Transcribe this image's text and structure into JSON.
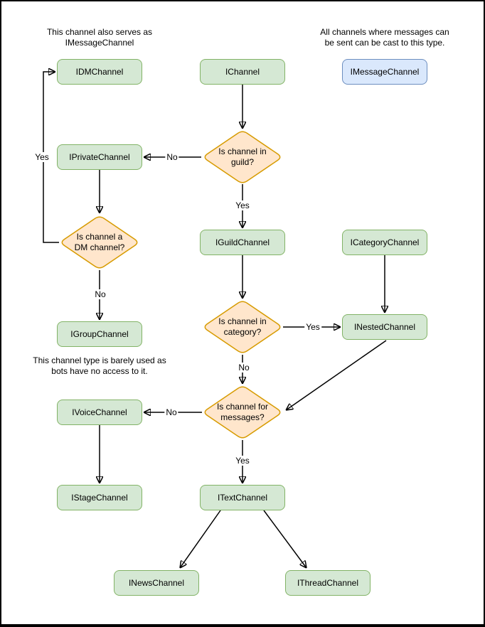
{
  "colors": {
    "background": "#ffffff",
    "frame": "#000000",
    "node_green_fill": "#d5e8d4",
    "node_green_stroke": "#82b366",
    "node_blue_fill": "#dae8fc",
    "node_blue_stroke": "#6c8ebf",
    "decision_fill": "#ffe6cc",
    "decision_stroke": "#d79b00",
    "edge_color": "#000000",
    "text_color": "#000000"
  },
  "notes": {
    "dm_serves": "This channel also serves as\nIMessageChannel",
    "message_cast": "All channels where messages can\nbe sent can be cast to this type.",
    "group_usage": "This channel type is barely used as\nbots have no access to it."
  },
  "nodes": {
    "idm_channel": {
      "label": "IDMChannel"
    },
    "i_channel": {
      "label": "IChannel"
    },
    "imessage_channel": {
      "label": "IMessageChannel"
    },
    "iprivate_channel": {
      "label": "IPrivateChannel"
    },
    "iguild_channel": {
      "label": "IGuildChannel"
    },
    "icategory_channel": {
      "label": "ICategoryChannel"
    },
    "igroup_channel": {
      "label": "IGroupChannel"
    },
    "inested_channel": {
      "label": "INestedChannel"
    },
    "ivoice_channel": {
      "label": "IVoiceChannel"
    },
    "istage_channel": {
      "label": "IStageChannel"
    },
    "itext_channel": {
      "label": "ITextChannel"
    },
    "inews_channel": {
      "label": "INewsChannel"
    },
    "ithread_channel": {
      "label": "IThreadChannel"
    }
  },
  "decisions": {
    "in_guild": {
      "label": "Is channel in\nguild?"
    },
    "is_dm": {
      "label": "Is channel a\nDM channel?"
    },
    "in_category": {
      "label": "Is channel in\ncategory?"
    },
    "for_messages": {
      "label": "Is channel for\nmessages?"
    }
  },
  "edge_labels": {
    "dm_yes": "Yes",
    "guild_no": "No",
    "guild_yes": "Yes",
    "dm_no": "No",
    "category_yes": "Yes",
    "category_no": "No",
    "messages_no": "No",
    "messages_yes": "Yes"
  }
}
